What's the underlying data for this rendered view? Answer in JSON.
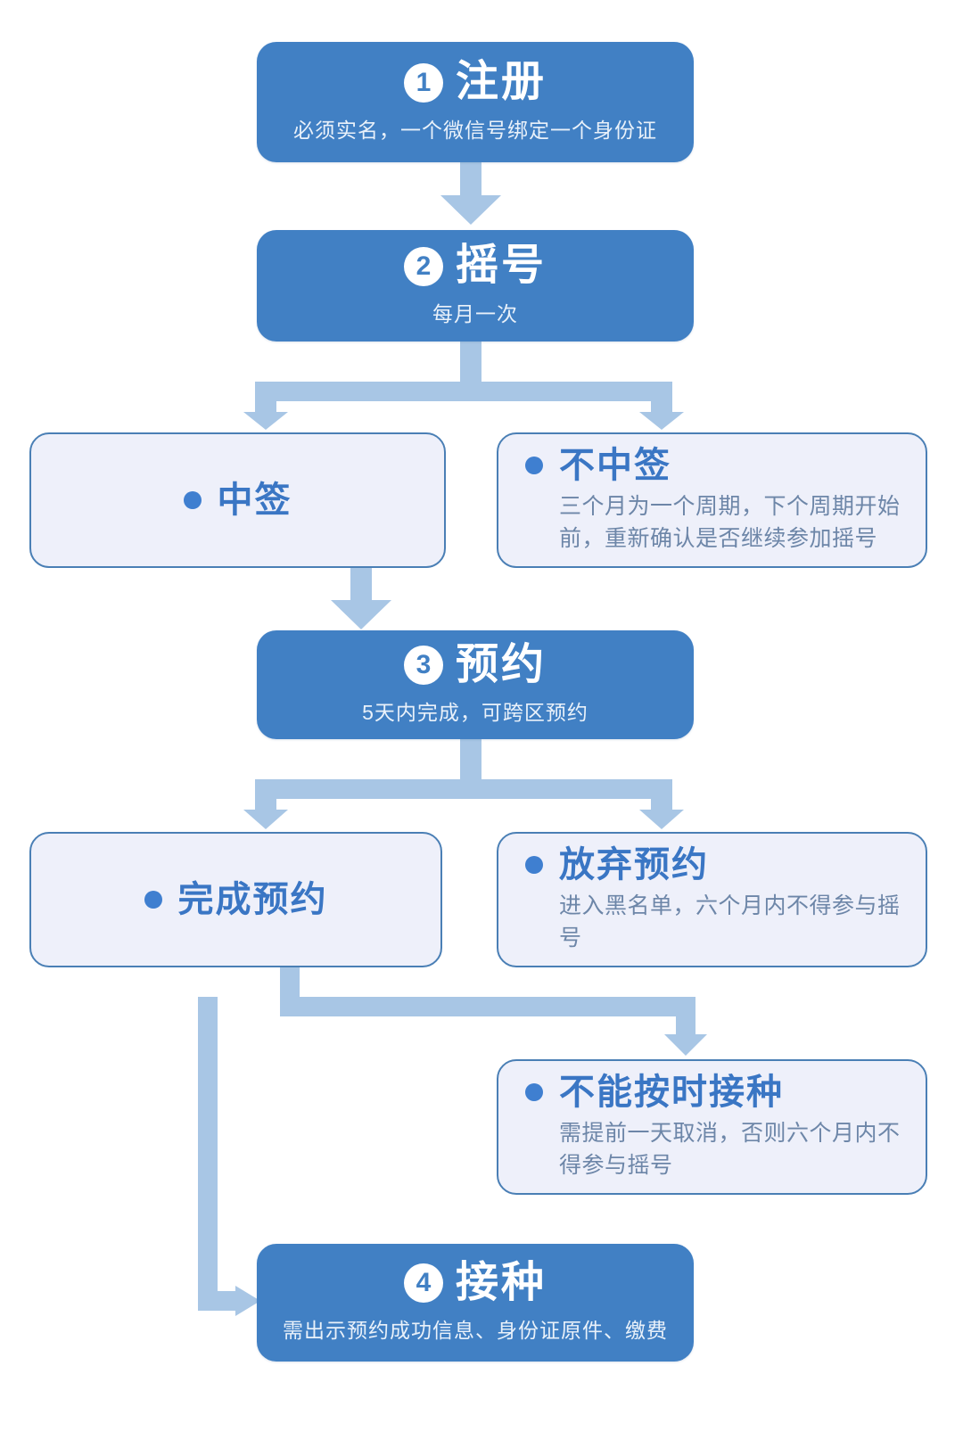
{
  "meta": {
    "title": "疫苗预约接种流程图",
    "colors": {
      "primary": "#4180c4",
      "light_fill": "#eef0fa",
      "light_border": "#4a7fb5",
      "arrow": "#a8c6e5",
      "title_blue": "#3a76c4",
      "body_gray": "#6d86a8",
      "background": "#ffffff"
    }
  },
  "nodes": {
    "register": {
      "number": "1",
      "title": "注册",
      "subtitle": "必须实名，一个微信号绑定一个身份证"
    },
    "lottery": {
      "number": "2",
      "title": "摇号",
      "subtitle": "每月一次"
    },
    "won": {
      "title": "中签",
      "body": ""
    },
    "not_won": {
      "title": "不中签",
      "body": "三个月为一个周期，下个周期开始前，重新确认是否继续参加摇号"
    },
    "appointment": {
      "number": "3",
      "title": "预约",
      "subtitle": "5天内完成，可跨区预约"
    },
    "done": {
      "title": "完成预约",
      "body": ""
    },
    "giveup": {
      "title": "放弃预约",
      "body": "进入黑名单，六个月内不得参与摇号"
    },
    "late": {
      "title": "不能按时接种",
      "body": "需提前一天取消，否则六个月内不得参与摇号"
    },
    "vaccinate": {
      "number": "4",
      "title": "接种",
      "subtitle": "需出示预约成功信息、身份证原件、缴费"
    }
  },
  "chart_data": {
    "type": "diagram",
    "title": "疫苗预约接种流程图",
    "diagram_kind": "flowchart",
    "nodes": [
      {
        "id": "register",
        "label": "① 注册",
        "detail": "必须实名，一个微信号绑定一个身份证",
        "style": "primary"
      },
      {
        "id": "lottery",
        "label": "② 摇号",
        "detail": "每月一次",
        "style": "primary"
      },
      {
        "id": "won",
        "label": "中签",
        "detail": "",
        "style": "light"
      },
      {
        "id": "not_won",
        "label": "不中签",
        "detail": "三个月为一个周期，下个周期开始前，重新确认是否继续参加摇号",
        "style": "light"
      },
      {
        "id": "appointment",
        "label": "③ 预约",
        "detail": "5天内完成，可跨区预约",
        "style": "primary"
      },
      {
        "id": "done",
        "label": "完成预约",
        "detail": "",
        "style": "light"
      },
      {
        "id": "giveup",
        "label": "放弃预约",
        "detail": "进入黑名单，六个月内不得参与摇号",
        "style": "light"
      },
      {
        "id": "late",
        "label": "不能按时接种",
        "detail": "需提前一天取消，否则六个月内不得参与摇号",
        "style": "light"
      },
      {
        "id": "vaccinate",
        "label": "④ 接种",
        "detail": "需出示预约成功信息、身份证原件、缴费",
        "style": "primary"
      }
    ],
    "edges": [
      {
        "from": "register",
        "to": "lottery"
      },
      {
        "from": "lottery",
        "to": "won"
      },
      {
        "from": "lottery",
        "to": "not_won"
      },
      {
        "from": "won",
        "to": "appointment"
      },
      {
        "from": "appointment",
        "to": "done"
      },
      {
        "from": "appointment",
        "to": "giveup"
      },
      {
        "from": "done",
        "to": "late"
      },
      {
        "from": "done",
        "to": "vaccinate"
      }
    ]
  }
}
